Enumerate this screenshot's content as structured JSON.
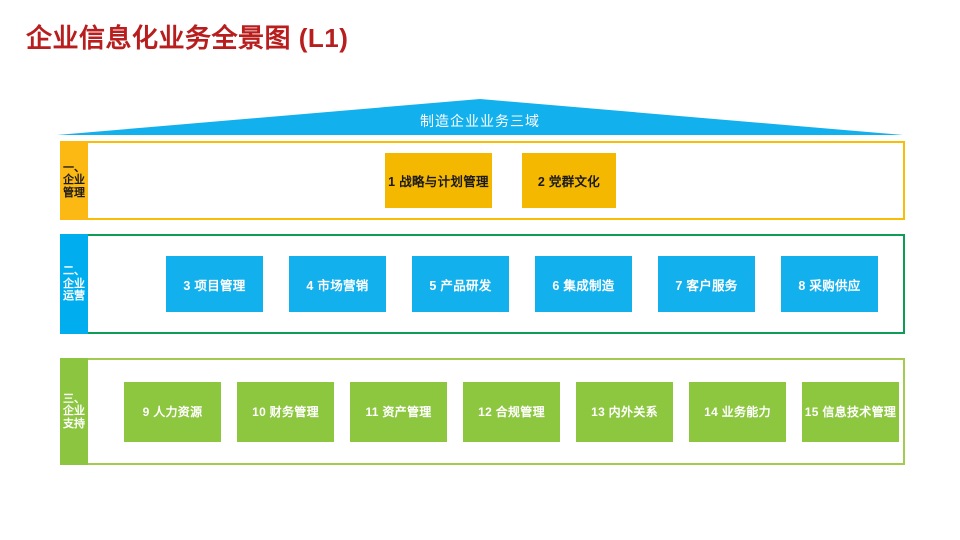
{
  "page": {
    "title": "企业信息化业务全景图 (L1)",
    "title_color": "#B81E1E",
    "background": "#ffffff"
  },
  "roof": {
    "label": "制造企业业务三域",
    "color": "#12B0ED",
    "text_color": "#ffffff",
    "shape": "chevron-roof"
  },
  "bands": [
    {
      "id": "band-1",
      "side_label": "一、企业管理",
      "side_color": "#FDB913",
      "side_text_color": "#1a1a1a",
      "border_color": "#FBBC05",
      "cell_color": "#F5B800",
      "cell_text_color": "#1a1a1a",
      "cells": [
        {
          "num": "1",
          "label": "1 战略与计划管理"
        },
        {
          "num": "2",
          "label": "2 党群文化"
        }
      ]
    },
    {
      "id": "band-2",
      "side_label": "二、企业运营",
      "side_color": "#00AEEF",
      "side_text_color": "#ffffff",
      "border_color": "#0E9C57",
      "cell_color": "#12B0ED",
      "cell_text_color": "#ffffff",
      "cells": [
        {
          "num": "3",
          "label": "3 项目管理"
        },
        {
          "num": "4",
          "label": "4 市场营销"
        },
        {
          "num": "5",
          "label": "5 产品研发"
        },
        {
          "num": "6",
          "label": "6 集成制造"
        },
        {
          "num": "7",
          "label": "7 客户服务"
        },
        {
          "num": "8",
          "label": "8 采购供应"
        }
      ]
    },
    {
      "id": "band-3",
      "side_label": "三、企业支持",
      "side_color": "#8CC640",
      "side_text_color": "#ffffff",
      "border_color": "#A2CB50",
      "cell_color": "#8DC63F",
      "cell_text_color": "#ffffff",
      "cells": [
        {
          "num": "9",
          "label": "9 人力资源"
        },
        {
          "num": "10",
          "label": "10 财务管理"
        },
        {
          "num": "11",
          "label": "11 资产管理"
        },
        {
          "num": "12",
          "label": "12 合规管理"
        },
        {
          "num": "13",
          "label": "13 内外关系"
        },
        {
          "num": "14",
          "label": "14 业务能力"
        },
        {
          "num": "15",
          "label": "15 信息技术管理"
        }
      ]
    }
  ]
}
